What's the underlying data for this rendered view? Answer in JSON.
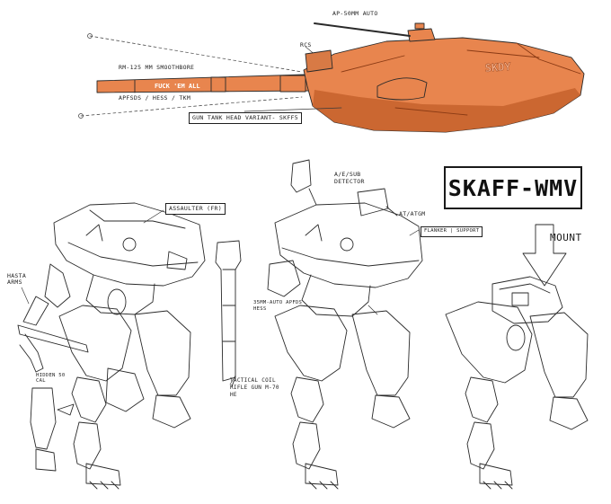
{
  "sheet": {
    "title": "SKAFF-WMV",
    "mount_label": "MOUNT",
    "colors": {
      "paint": "#e8854e",
      "paint_dark": "#c8642f",
      "ink": "#1f1f1f",
      "paper": "#ffffff"
    }
  },
  "tank": {
    "hull_marking": "SKDY",
    "barrel_marking": "FUCK 'EM ALL",
    "labels": {
      "autocannon": "AP-50MM AUTO",
      "rcs": "RCS",
      "main_gun": "RM-125 MM SMOOTHBORE",
      "ammo": "APFSDS / HESS / TKM",
      "variant": "GUN TANK HEAD VARIANT- SKFF5"
    }
  },
  "assaulter": {
    "labels": {
      "role": "ASSAULTER (FR)",
      "arms": "HASTA ARMS",
      "hidden": "HIDDEN 50 CAL",
      "tactical": "TACTICAL COIL RIFLE GUN M-70 HE"
    }
  },
  "flanker": {
    "labels": {
      "detector": "A/E/SUB DETECTOR",
      "atgm": "AT/ATGM",
      "role": "FLANKER | SUPPORT",
      "auto": "35MM-AUTO APFDS HESS"
    }
  }
}
